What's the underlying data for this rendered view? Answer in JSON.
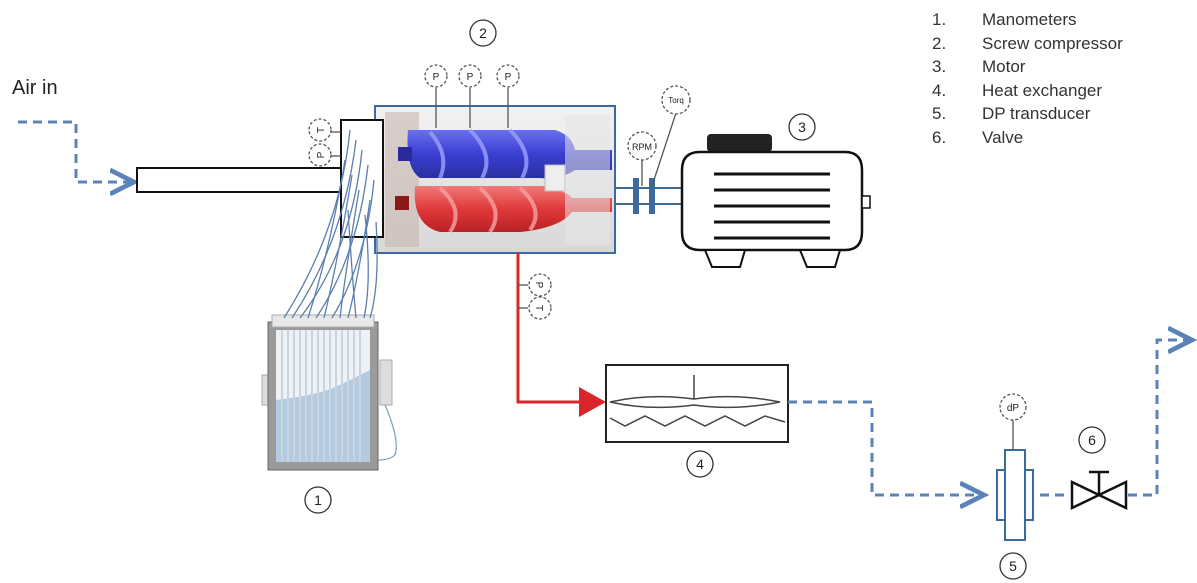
{
  "air_in": "Air in",
  "legend": [
    {
      "num": "1.",
      "text": "Manometers"
    },
    {
      "num": "2.",
      "text": "Screw compressor"
    },
    {
      "num": "3.",
      "text": "Motor"
    },
    {
      "num": "4.",
      "text": "Heat exchanger"
    },
    {
      "num": "5.",
      "text": "DP transducer"
    },
    {
      "num": "6.",
      "text": "Valve"
    }
  ],
  "callouts": {
    "c1": "1",
    "c2": "2",
    "c3": "3",
    "c4": "4",
    "c5": "5",
    "c6": "6"
  },
  "sensors": {
    "p": "P",
    "t": "T",
    "rpm": "RPM",
    "torq": "Torq",
    "dp": "dP"
  },
  "colors": {
    "flow_cold": "#5b83b8",
    "flow_hot": "#d9262a",
    "rotor_blue": "#3a3fd1",
    "rotor_red": "#e0383a",
    "sensor_stroke": "#555555"
  }
}
